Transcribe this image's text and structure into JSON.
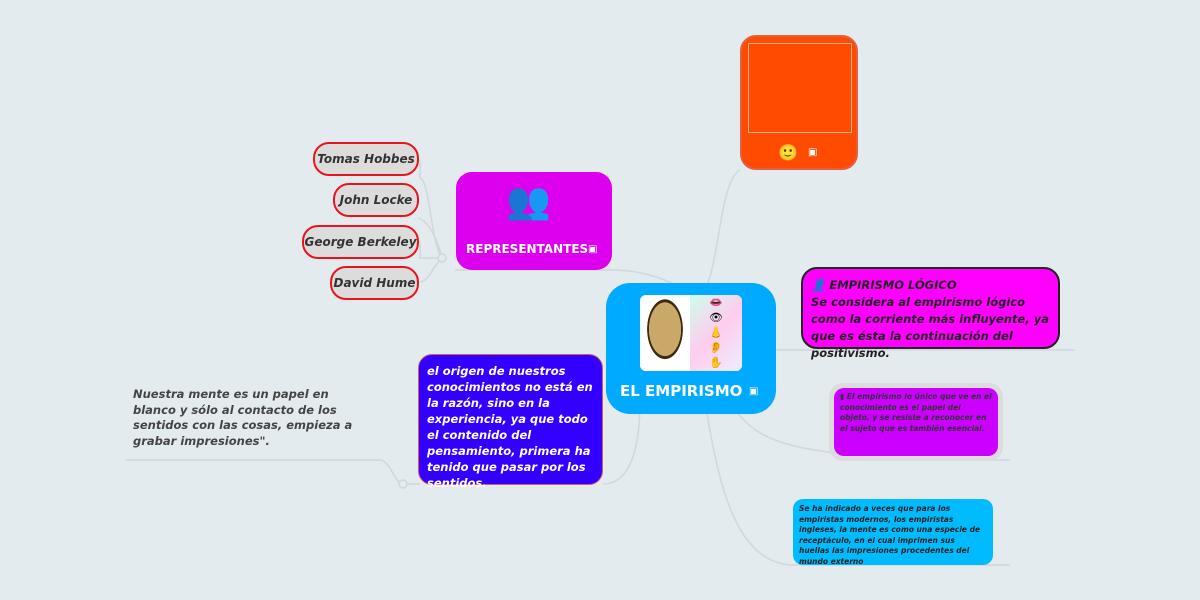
{
  "central": {
    "title": "EL EMPIRISMO",
    "color": "#00aaff"
  },
  "representantes": {
    "title": "REPRESENTANTES",
    "color": "#dd00ee",
    "people": [
      "Tomas Hobbes",
      "John Locke",
      "George Berkeley",
      "David Hume"
    ]
  },
  "origen": {
    "text": "el origen de nuestros conocimientos no está en la razón, sino en la experiencia, ya que todo el contenido del pensamiento, primera ha tenido que pasar por los sentidos.",
    "color": "#3300ff"
  },
  "quote": {
    "text": "Nuestra mente es un papel en blanco y sólo al contacto de los sentidos con las cosas, empieza a grabar impresiones\"."
  },
  "image_node": {
    "color": "#ff4b00",
    "emoji": "🙂"
  },
  "logico": {
    "title": "EMPIRISMO LÓGICO",
    "text": "Se considera al empirismo lógico como la corriente más influyente, ya que es ésta la continuación del positivismo.",
    "color": "#ff00ff"
  },
  "objeto": {
    "text": "El empirismo lo único que ve en el conocimiento es el papel del objeto, y se resiste a reconocer en el sujeto que es también esencial.",
    "color": "#cc00ff"
  },
  "receptaculo": {
    "text": "Se ha indicado a veces que para los empiristas modernos, los empiristas ingleses, la mente es como una especie de receptáculo, en el cual imprimen sus huellas las impresiones procedentes del mundo externo",
    "color": "#00bbff"
  }
}
